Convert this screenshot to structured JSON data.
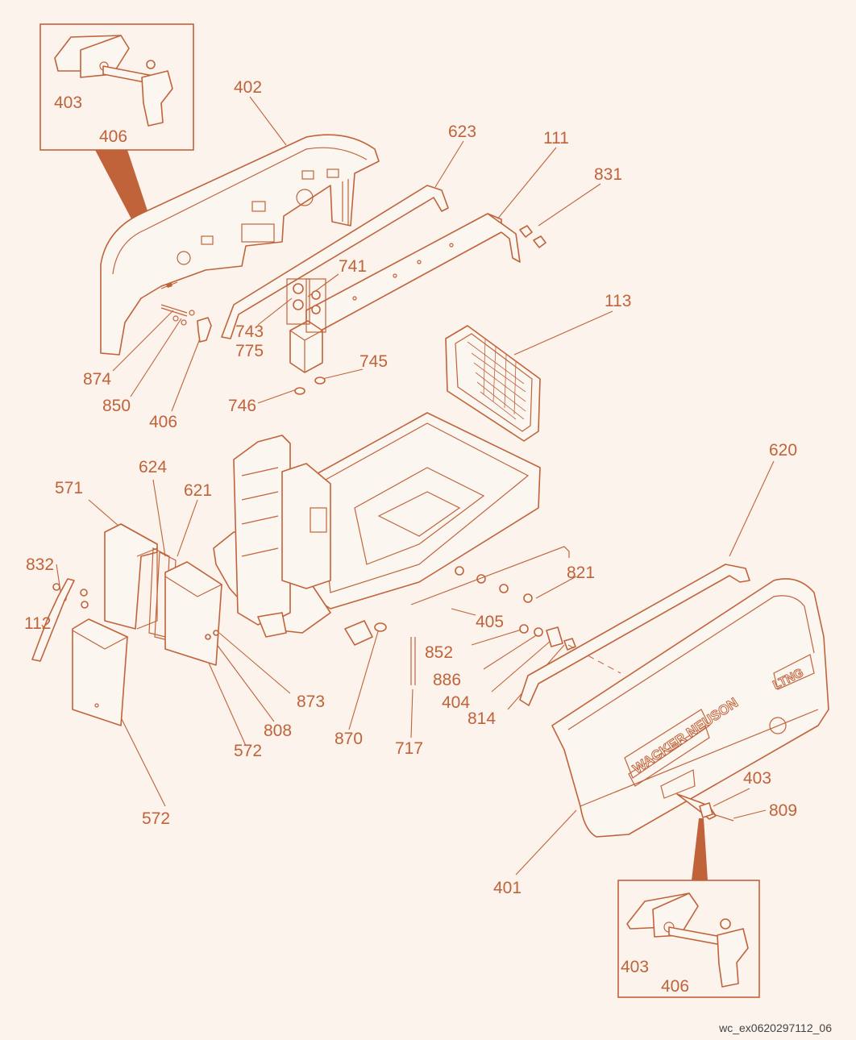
{
  "diagram": {
    "drawing_code": "wc_ex0620297112_06",
    "brand_text": "WACKER NEUSON",
    "model_badge": "LTNG",
    "accent_color": "#c0633a",
    "background_color": "#fbf3ec",
    "part_labels": {
      "p402": "402",
      "p623": "623",
      "p111": "111",
      "p831": "831",
      "p741": "741",
      "p743": "743",
      "p775": "775",
      "p113": "113",
      "p745": "745",
      "p746": "746",
      "p874": "874",
      "p850": "850",
      "p406a": "406",
      "p403a": "403",
      "p406b": "406",
      "p620": "620",
      "p624": "624",
      "p621": "621",
      "p571": "571",
      "p832": "832",
      "p112": "112",
      "p821": "821",
      "p405": "405",
      "p852": "852",
      "p886": "886",
      "p404": "404",
      "p814": "814",
      "p873": "873",
      "p808": "808",
      "p572a": "572",
      "p870": "870",
      "p717": "717",
      "p572b": "572",
      "p403b": "403",
      "p809": "809",
      "p401": "401",
      "p403c": "403",
      "p406c": "406"
    }
  }
}
